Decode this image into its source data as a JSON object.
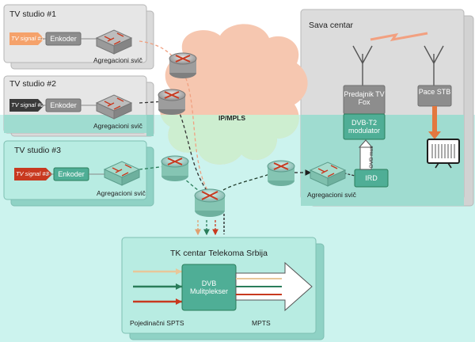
{
  "studio1": {
    "title": "TV studio #1",
    "signal": "TV signal #1",
    "encoder": "Enkoder",
    "switch": "Agregacioni svič"
  },
  "studio2": {
    "title": "TV studio #2",
    "signal": "TV signal #2",
    "encoder": "Enkoder",
    "switch": "Agregacioni svič"
  },
  "studio3": {
    "title": "TV studio #3",
    "signal": "TV signal #3",
    "encoder": "Enkoder",
    "switch": "Agregacioni svič"
  },
  "cloud": {
    "label": "IP/MPLS"
  },
  "sava": {
    "title": "Sava centar",
    "transmitter": "Predajnik TV Fox",
    "stb": "Pace STB",
    "modulator": "DVB-T2 modulator",
    "dvb_mux": "DVB mux",
    "ird": "IRD",
    "switch": "Agregacioni svič"
  },
  "tk": {
    "title": "TK centar Telekoma Srbija",
    "mux": "DVB Mulitplekser",
    "input_label": "Pojedinačni SPTS",
    "output_label": "MPTS"
  },
  "colors": {
    "signal1": "#f5a26b",
    "signal2": "#3a3a3a",
    "signal3": "#c8391f",
    "green": "#2a7d5a",
    "cloud": "#f6c7b0",
    "teal_bg": "#ccf3ee"
  }
}
